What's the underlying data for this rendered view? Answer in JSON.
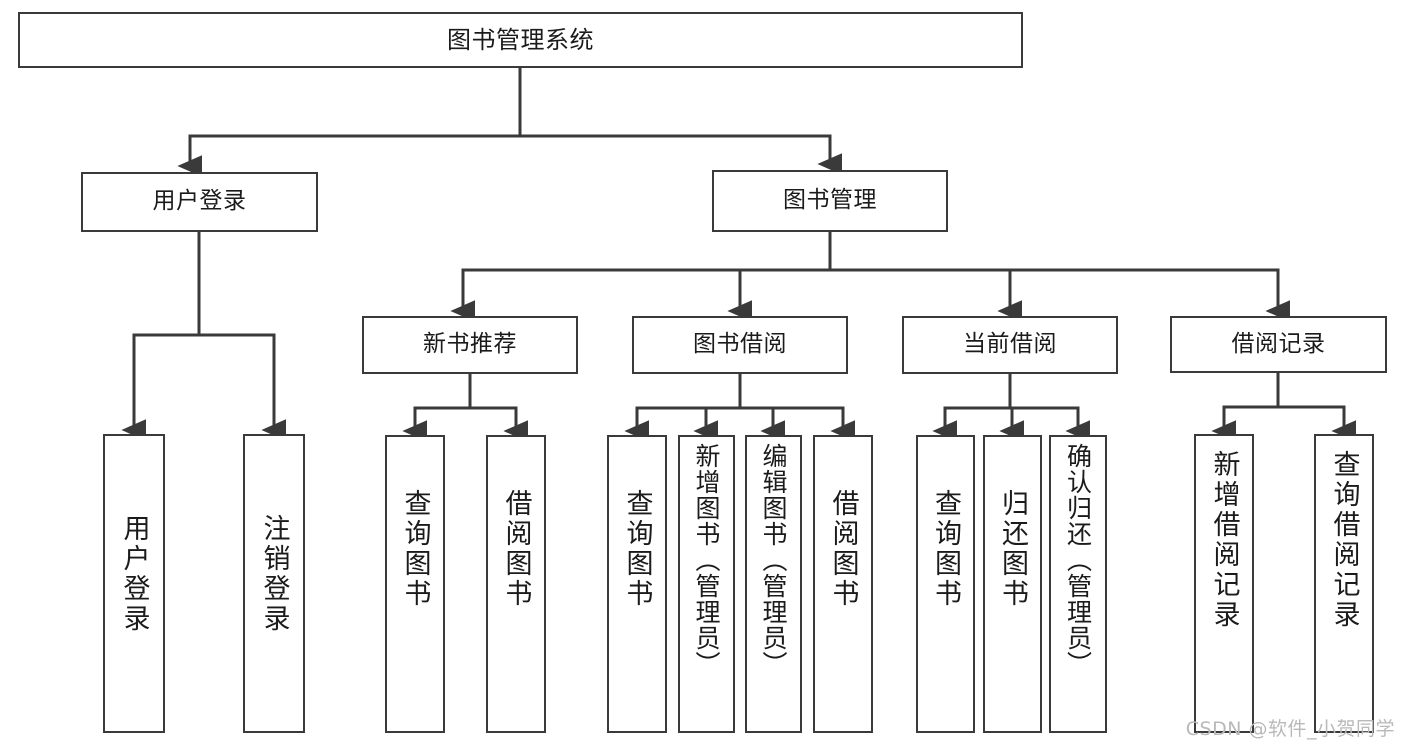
{
  "diagram": {
    "type": "tree-hierarchy",
    "title": "图书管理系统",
    "watermark": "CSDN @软件_小贺同学",
    "colors": {
      "background": "#ffffff",
      "box_stroke": "#3a3a3a",
      "box_fill": "#ffffff",
      "connector": "#3a3a3a",
      "text": "#1b1b1b",
      "watermark": "#b9b9b9"
    },
    "nodes": {
      "root": {
        "label": "图书管理系统"
      },
      "level1": [
        {
          "id": "user-login",
          "label": "用户登录"
        },
        {
          "id": "book-manage",
          "label": "图书管理"
        }
      ],
      "level2": [
        {
          "id": "new-book-recommend",
          "label": "新书推荐"
        },
        {
          "id": "book-borrow",
          "label": "图书借阅"
        },
        {
          "id": "current-borrow",
          "label": "当前借阅"
        },
        {
          "id": "borrow-record",
          "label": "借阅记录"
        }
      ],
      "leaves": {
        "user-login": [
          {
            "id": "leaf-user-login",
            "label": "用户登录"
          },
          {
            "id": "leaf-user-logout",
            "label": "注销登录"
          }
        ],
        "new-book-recommend": [
          {
            "id": "leaf-query-book-1",
            "label": "查询图书"
          },
          {
            "id": "leaf-borrow-book-1",
            "label": "借阅图书"
          }
        ],
        "book-borrow": [
          {
            "id": "leaf-query-book-2",
            "label": "查询图书"
          },
          {
            "id": "leaf-add-book-admin",
            "label": "新增图书（管理员）"
          },
          {
            "id": "leaf-edit-book-admin",
            "label": "编辑图书（管理员）"
          },
          {
            "id": "leaf-borrow-book-2",
            "label": "借阅图书"
          }
        ],
        "current-borrow": [
          {
            "id": "leaf-query-book-3",
            "label": "查询图书"
          },
          {
            "id": "leaf-return-book",
            "label": "归还图书"
          },
          {
            "id": "leaf-confirm-return-admin",
            "label": "确认归还（管理员）"
          }
        ],
        "borrow-record": [
          {
            "id": "leaf-add-borrow-record",
            "label": "新增借阅记录"
          },
          {
            "id": "leaf-query-borrow-record",
            "label": "查询借阅记录"
          }
        ]
      }
    }
  }
}
